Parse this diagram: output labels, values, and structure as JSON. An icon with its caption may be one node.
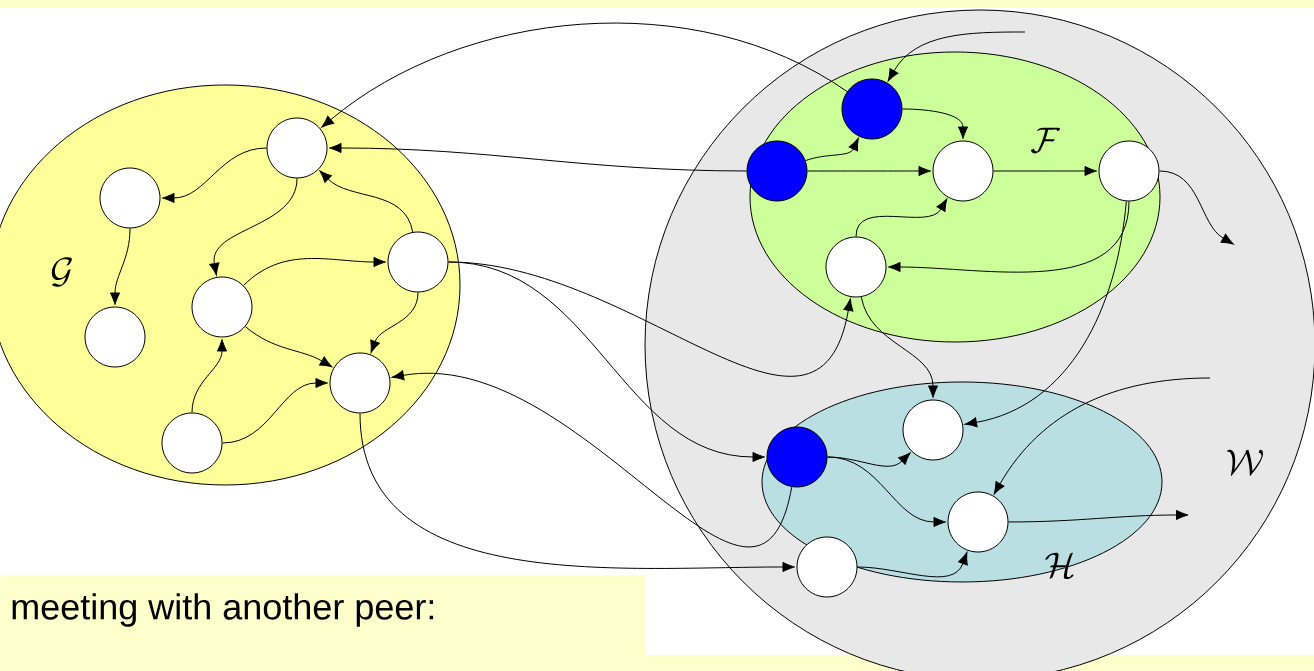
{
  "diagram": {
    "nodes": [
      {
        "text": [
          "\\mathcal{G}"
        ]
      },
      {
        "text": [
          "\\mathcal{W}"
        ]
      },
      {
        "text": [
          "\\mathcal{F}"
        ],
        "in": 1
      },
      {
        "text": [
          "\\mathcal{H}"
        ],
        "in": 1
      },
      {
        "text": [],
        "shape": "circle",
        "in": 0
      },
      {
        "text": [],
        "shape": "circle",
        "in": 0
      },
      {
        "text": [],
        "shape": "circle",
        "in": 0
      },
      {
        "text": [],
        "shape": "circle",
        "in": 0
      },
      {
        "text": [],
        "shape": "circle",
        "in": 0
      },
      {
        "text": [],
        "shape": "circle",
        "in": 0
      },
      {
        "text": [],
        "shape": "circle",
        "in": 0
      },
      {
        "text": [],
        "shape": "circle",
        "in": 2
      },
      {
        "text": [],
        "shape": "circle",
        "in": 2
      },
      {
        "text": [],
        "shape": "circle",
        "in": 2
      },
      {
        "text": [],
        "shape": "circle",
        "in": 2
      },
      {
        "text": [],
        "shape": "circle",
        "in": 2
      },
      {
        "text": [],
        "shape": "circle",
        "in": 3
      },
      {
        "text": [],
        "shape": "circle",
        "in": 3
      },
      {
        "text": [],
        "shape": "circle",
        "in": 3
      },
      {
        "text": [],
        "shape": "circle",
        "in": 3
      },
      {
        "text": [
          "meeting with another peer:"
        ]
      }
    ],
    "edges": [
      {
        "from": 4,
        "to": 5,
        "arrow": "to"
      },
      {
        "from": 5,
        "to": 6,
        "arrow": "to"
      },
      {
        "from": 4,
        "to": 8,
        "arrow": "to"
      },
      {
        "from": 7,
        "to": 4,
        "arrow": "to"
      },
      {
        "from": 8,
        "to": 7,
        "arrow": "to"
      },
      {
        "from": 8,
        "to": 9,
        "arrow": "to"
      },
      {
        "from": 7,
        "to": 9,
        "arrow": "to"
      },
      {
        "from": 10,
        "to": 8,
        "arrow": "to"
      },
      {
        "from": 10,
        "to": 9,
        "arrow": "to"
      },
      {
        "from": 11,
        "to": 4,
        "arrow": "to"
      },
      {
        "from": 12,
        "to": 4,
        "arrow": "to"
      },
      {
        "from": null,
        "to": 12,
        "arrow": "to"
      },
      {
        "from": 11,
        "to": 12,
        "arrow": "to"
      },
      {
        "from": 11,
        "to": 13,
        "arrow": "to"
      },
      {
        "from": 12,
        "to": 13,
        "arrow": "to"
      },
      {
        "from": 13,
        "to": 14,
        "arrow": "to"
      },
      {
        "from": 15,
        "to": 13,
        "arrow": "to"
      },
      {
        "from": 14,
        "to": 15,
        "arrow": "to"
      },
      {
        "from": 14,
        "to": null,
        "arrow": "to"
      },
      {
        "from": 14,
        "to": 17,
        "arrow": "to"
      },
      {
        "from": 15,
        "to": 17,
        "arrow": "to"
      },
      {
        "from": 7,
        "to": 15,
        "arrow": "to"
      },
      {
        "from": 7,
        "to": 16,
        "arrow": "to"
      },
      {
        "from": 16,
        "to": 9,
        "arrow": "to"
      },
      {
        "from": 9,
        "to": 19,
        "arrow": "to"
      },
      {
        "from": 16,
        "to": 17,
        "arrow": "to"
      },
      {
        "from": 16,
        "to": 18,
        "arrow": "to"
      },
      {
        "from": 19,
        "to": 18,
        "arrow": "to"
      },
      {
        "from": null,
        "to": 18,
        "arrow": "to"
      },
      {
        "from": 18,
        "to": null,
        "arrow": "to"
      }
    ]
  }
}
